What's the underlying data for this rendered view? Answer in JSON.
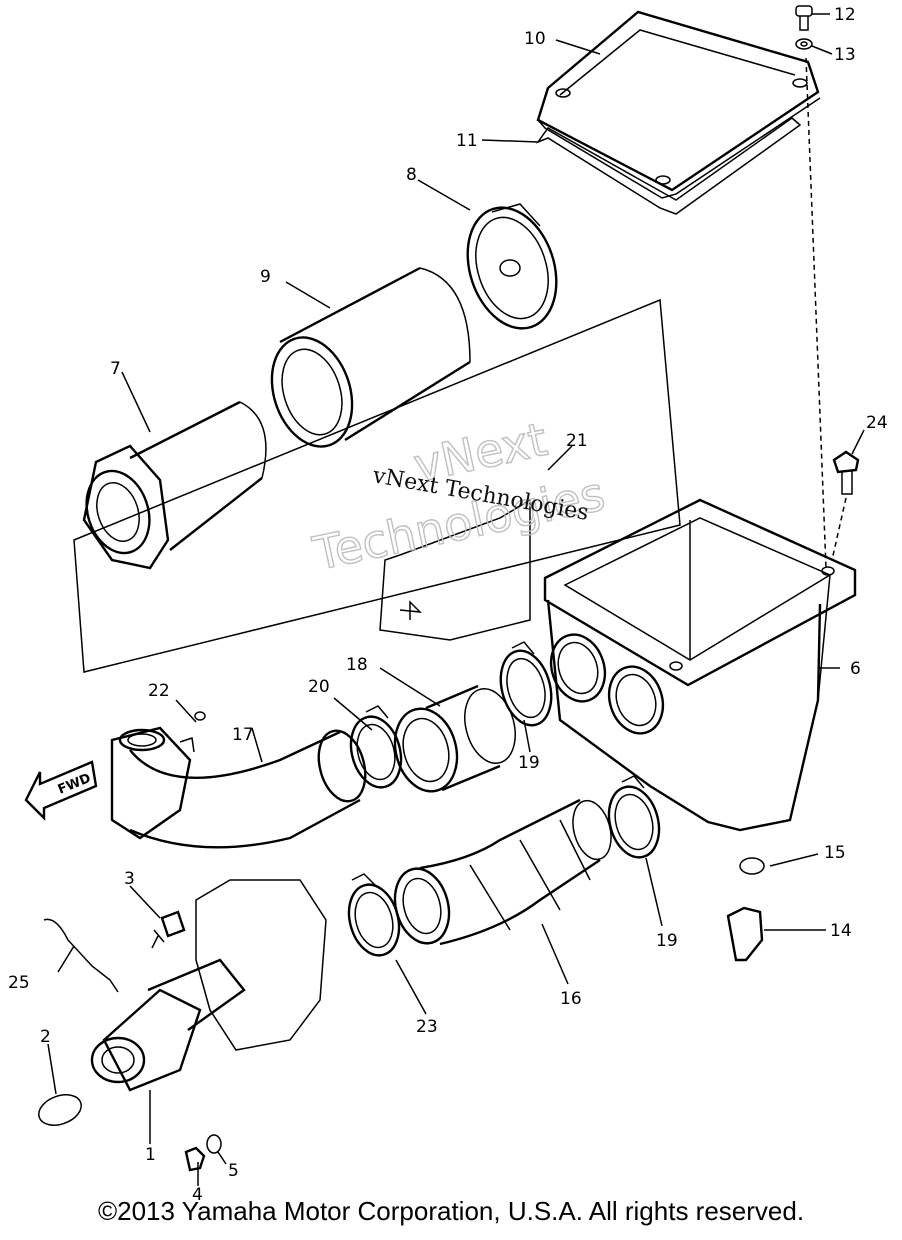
{
  "diagram": {
    "callouts": [
      "1",
      "2",
      "3",
      "4",
      "5",
      "6",
      "7",
      "8",
      "9",
      "10",
      "11",
      "12",
      "13",
      "14",
      "15",
      "16",
      "17",
      "18",
      "19",
      "19",
      "20",
      "21",
      "22",
      "23",
      "24",
      "25"
    ],
    "fwd_label": "FWD",
    "watermark_line1": "vNext Technologies",
    "watermark_line2a": "vNext",
    "watermark_line2b": "Technologies"
  },
  "footer": {
    "copyright": "©2013 Yamaha Motor Corporation, U.S.A. All rights reserved."
  }
}
